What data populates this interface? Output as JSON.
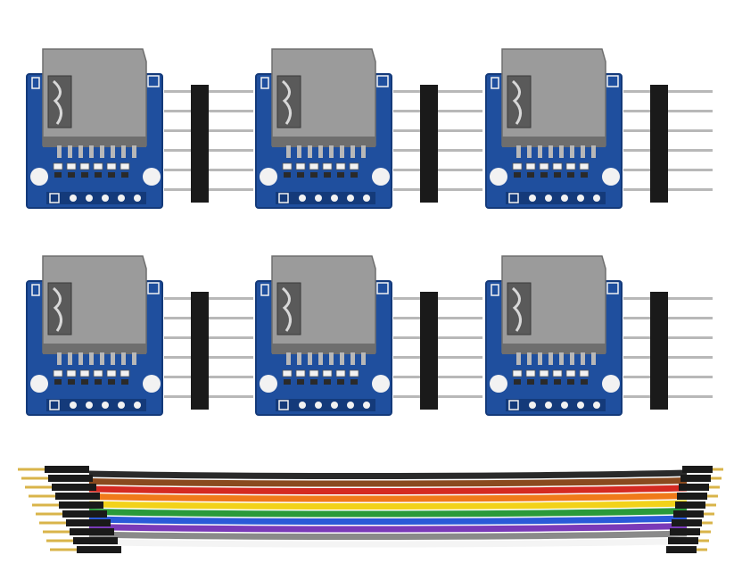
{
  "colors": {
    "background": "#ffffff",
    "pcb": "#1f4f9e",
    "pcb_edge": "#143a7a",
    "slot": "#9b9b9b",
    "slot_dark": "#6e6e6e",
    "pin_metal": "#b8b8b8",
    "header_plastic": "#1a1a1a",
    "pad_white": "#f2f2f2",
    "gold": "#d9b44a"
  },
  "modules": {
    "count": 6,
    "rows": 2,
    "columns": 3,
    "header_pins": 6
  },
  "cable": {
    "wire_colors": [
      "#2a2a2a",
      "#8a4a1f",
      "#d42a22",
      "#f07a1a",
      "#f2d21a",
      "#2a9a3a",
      "#2a5ad8",
      "#7a3ab8",
      "#8a8a8a",
      "#f4f4f4"
    ],
    "connector_color": "#1a1a1a",
    "pin_color": "#d9b44a"
  }
}
